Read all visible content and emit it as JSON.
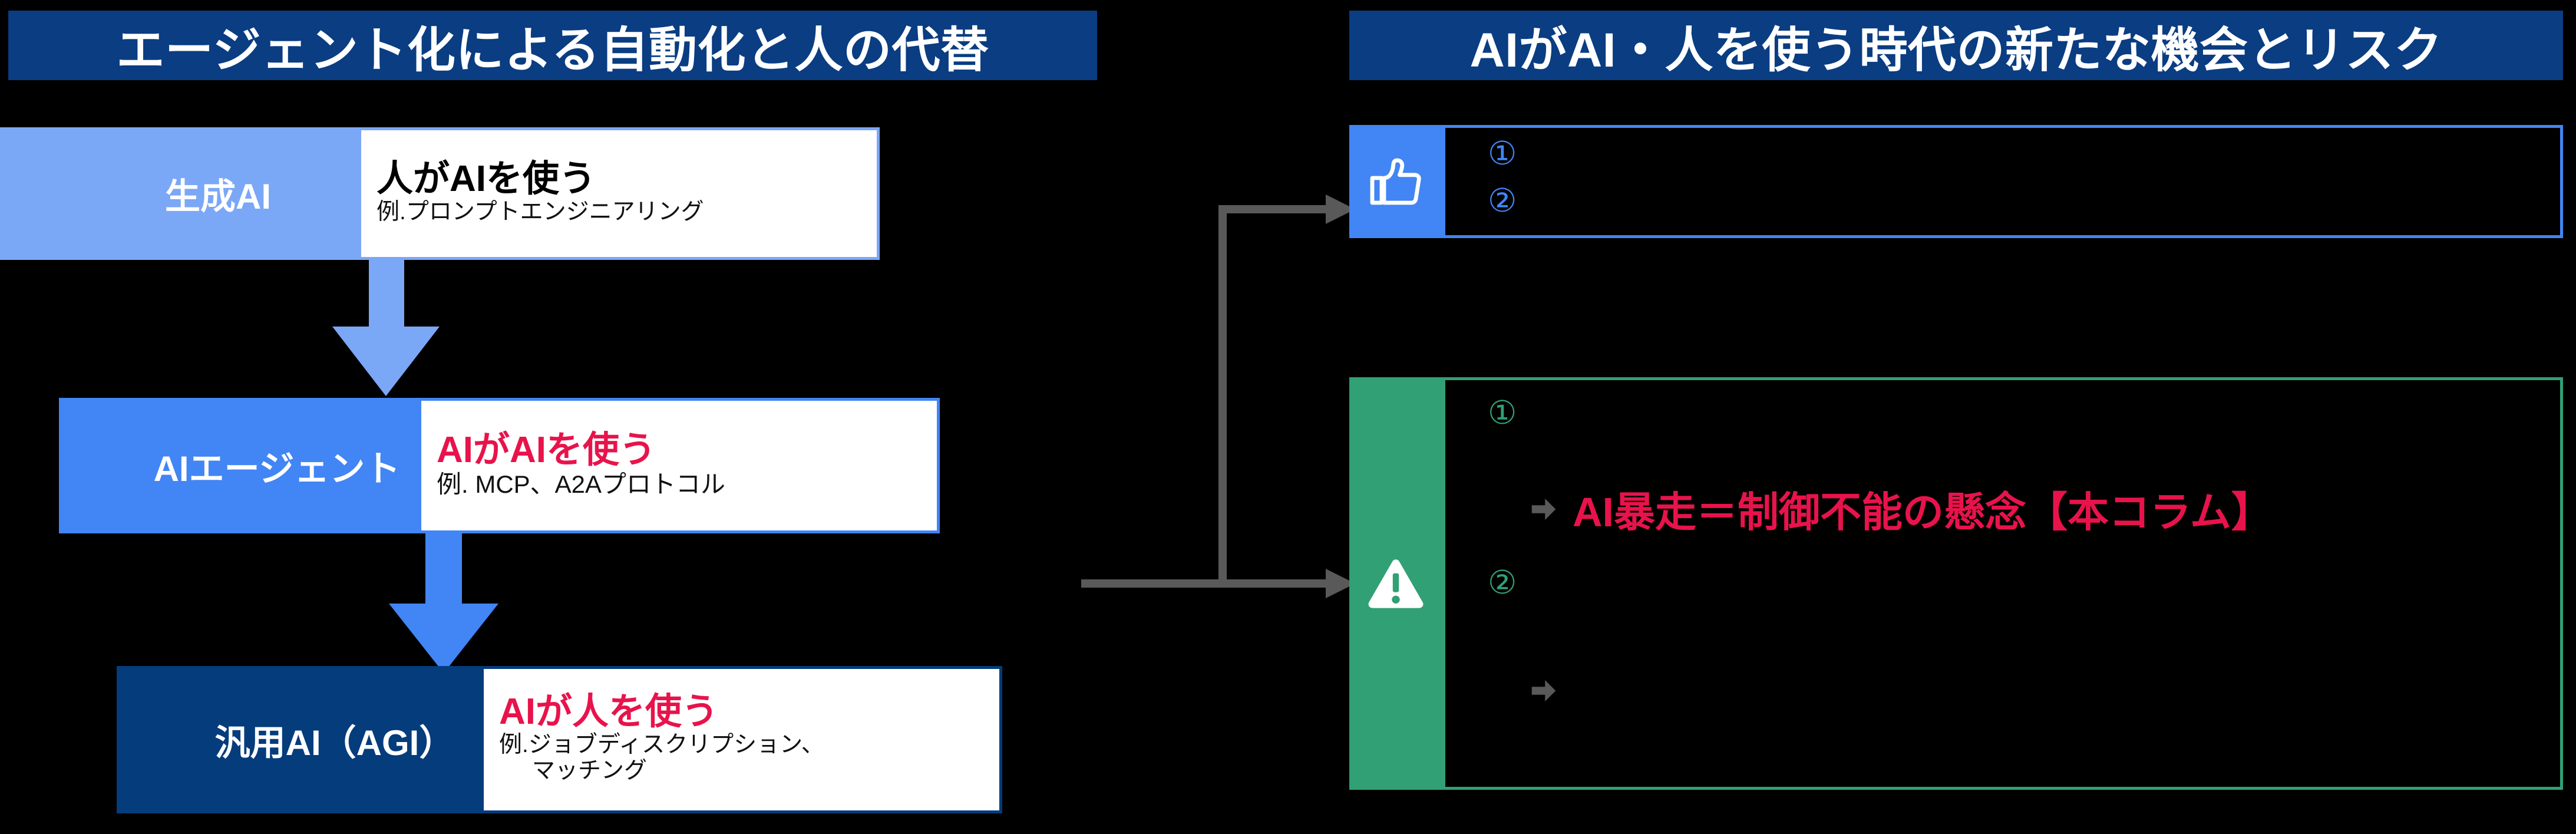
{
  "headers": {
    "left": "エージェント化による自動化と人の代替",
    "right": "AIがAI・人を使う時代の新たな機会とリスク"
  },
  "colors": {
    "header_blue": "#0A3D82",
    "stage_light_blue": "#7BA7F7",
    "stage_mid_blue": "#4285F4",
    "stage_dark_blue": "#043C7C",
    "accent_red": "#E8134B",
    "risk_green": "#31A075",
    "connector_gray": "#595959",
    "background": "#000000"
  },
  "left_flow": {
    "stages": [
      {
        "stage_label": "生成AI",
        "title": "人がAIを使う",
        "example": "例.プロンプトエンジニアリング",
        "title_color": "#000000",
        "band_color": "#7BA7F7"
      },
      {
        "stage_label": "AIエージェント",
        "title": "AIがAIを使う",
        "example": "例. MCP、A2Aプロトコル",
        "title_color": "#E8134B",
        "band_color": "#4285F4"
      },
      {
        "stage_label": "汎用AI（AGI）",
        "title": "AIが人を使う",
        "example": "例.ジョブディスクリプション、",
        "example_line2": "マッチング",
        "title_color": "#E8134B",
        "band_color": "#043C7C"
      }
    ],
    "arrows": [
      {
        "icon": "down-arrow-icon",
        "color": "#7BA7F7"
      },
      {
        "icon": "down-arrow-icon",
        "color": "#4285F4"
      }
    ]
  },
  "connector": {
    "icon": "elbow-connector-arrows",
    "color": "#595959",
    "branches": 2
  },
  "right_panels": [
    {
      "kind": "opportunity",
      "icon": "thumbs-up-icon",
      "accent": "#4285F4",
      "markers": [
        "①",
        "②"
      ],
      "body_text": ""
    },
    {
      "kind": "risk",
      "icon": "warning-triangle-icon",
      "accent": "#31A075",
      "markers": [
        "①",
        "②"
      ],
      "callouts": [
        {
          "icon": "block-arrow-icon",
          "text": "AI暴走＝制御不能の懸念【本コラム】",
          "color": "#E8134B"
        },
        {
          "icon": "block-arrow-icon",
          "text": "",
          "color": "#E8134B"
        }
      ]
    }
  ]
}
